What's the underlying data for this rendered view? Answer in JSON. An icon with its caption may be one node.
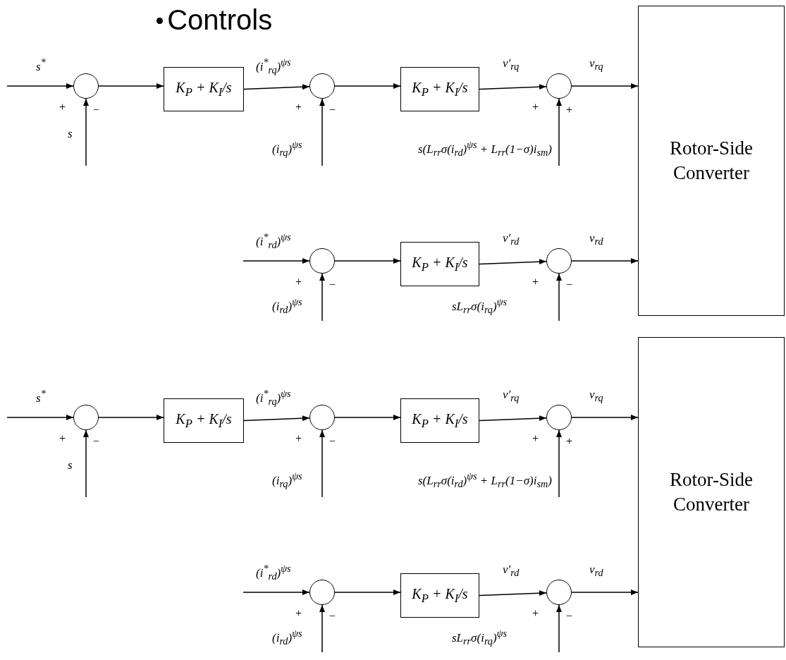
{
  "diagram": {
    "title": "Controls",
    "nodes": [
      {
        "text": [],
        "shape": "circle",
        "beside": [
          "+",
          "−"
        ]
      },
      {
        "text": [
          "K$_{P}$ + K$_{I}$/s"
        ]
      },
      {
        "text": [],
        "shape": "circle",
        "beside": [
          "+",
          "−"
        ]
      },
      {
        "text": [
          "K$_{P}$ + K$_{I}$/s"
        ]
      },
      {
        "text": [],
        "shape": "circle",
        "beside": [
          "+",
          "+"
        ]
      },
      {
        "text": [
          "Rotor-Side Converter"
        ]
      },
      {
        "text": [],
        "shape": "circle",
        "beside": [
          "+",
          "−"
        ]
      },
      {
        "text": [
          "K$_{P}$ + K$_{I}$/s"
        ]
      },
      {
        "text": [],
        "shape": "circle",
        "beside": [
          "+",
          "−"
        ]
      },
      {
        "text": [],
        "shape": "circle",
        "beside": [
          "+",
          "−"
        ]
      },
      {
        "text": [
          "K$_{P}$ + K$_{I}$/s"
        ]
      },
      {
        "text": [],
        "shape": "circle",
        "beside": [
          "+",
          "−"
        ]
      },
      {
        "text": [
          "K$_{P}$ + K$_{I}$/s"
        ]
      },
      {
        "text": [],
        "shape": "circle",
        "beside": [
          "+",
          "+"
        ]
      },
      {
        "text": [
          "Rotor-Side Converter"
        ]
      },
      {
        "text": [],
        "shape": "circle",
        "beside": [
          "+",
          "−"
        ]
      },
      {
        "text": [
          "K$_{P}$ + K$_{I}$/s"
        ]
      },
      {
        "text": [],
        "shape": "circle",
        "beside": [
          "+",
          "−"
        ]
      }
    ],
    "edges": [
      {
        "from": null,
        "to": 0,
        "arrow": "to",
        "label": "s$^{*}$"
      },
      {
        "from": null,
        "to": 0,
        "arrow": "to",
        "label": "s"
      },
      {
        "from": 0,
        "to": 1,
        "arrow": "to"
      },
      {
        "from": 1,
        "to": 2,
        "arrow": "to",
        "label": "(i$^{*}$$_{rq}$)$^{ψs}$"
      },
      {
        "from": null,
        "to": 2,
        "arrow": "to",
        "label": "(i$_{rq}$)$^{ψs}$"
      },
      {
        "from": 2,
        "to": 3,
        "arrow": "to"
      },
      {
        "from": 3,
        "to": 4,
        "arrow": "to",
        "label": "v′$_{rq}$"
      },
      {
        "from": null,
        "to": 4,
        "arrow": "to",
        "label": "s(L$_{rr}$σ(i$_{rd}$)$^{ψs}$ + L$_{rr}$(1−σ)i$_{sm}$)"
      },
      {
        "from": 4,
        "to": 5,
        "arrow": "to",
        "label": "v$_{rq}$"
      },
      {
        "from": null,
        "to": 6,
        "arrow": "to",
        "label": "(i$^{*}$$_{rd}$)$^{ψs}$"
      },
      {
        "from": null,
        "to": 6,
        "arrow": "to",
        "label": "(i$_{rd}$)$^{ψs}$"
      },
      {
        "from": 6,
        "to": 7,
        "arrow": "to"
      },
      {
        "from": 7,
        "to": 8,
        "arrow": "to",
        "label": "v′$_{rd}$"
      },
      {
        "from": null,
        "to": 8,
        "arrow": "to",
        "label": "sL$_{rr}$σ(i$_{rq}$)$^{ψs}$"
      },
      {
        "from": 8,
        "to": 5,
        "arrow": "to",
        "label": "v$_{rd}$"
      },
      {
        "from": null,
        "to": 9,
        "arrow": "to",
        "label": "s$^{*}$"
      },
      {
        "from": null,
        "to": 9,
        "arrow": "to",
        "label": "s"
      },
      {
        "from": 9,
        "to": 10,
        "arrow": "to"
      },
      {
        "from": 10,
        "to": 11,
        "arrow": "to",
        "label": "(i$^{*}$$_{rq}$)$^{ψs}$"
      },
      {
        "from": null,
        "to": 11,
        "arrow": "to",
        "label": "(i$_{rq}$)$^{ψs}$"
      },
      {
        "from": 11,
        "to": 12,
        "arrow": "to"
      },
      {
        "from": 12,
        "to": 13,
        "arrow": "to",
        "label": "v′$_{rq}$"
      },
      {
        "from": null,
        "to": 13,
        "arrow": "to",
        "label": "s(L$_{rr}$σ(i$_{rd}$)$^{ψs}$ + L$_{rr}$(1−σ)i$_{sm}$)"
      },
      {
        "from": 13,
        "to": 14,
        "arrow": "to",
        "label": "v$_{rq}$"
      },
      {
        "from": null,
        "to": 15,
        "arrow": "to",
        "label": "(i$^{*}$$_{rd}$)$^{ψs}$"
      },
      {
        "from": null,
        "to": 15,
        "arrow": "to",
        "label": "(i$_{rd}$)$^{ψs}$"
      },
      {
        "from": 15,
        "to": 16,
        "arrow": "to"
      },
      {
        "from": 16,
        "to": 17,
        "arrow": "to",
        "label": "v′$_{rd}$"
      },
      {
        "from": null,
        "to": 17,
        "arrow": "to",
        "label": "sL$_{rr}$σ(i$_{rq}$)$^{ψs}$"
      },
      {
        "from": 17,
        "to": 14,
        "arrow": "to",
        "label": "v$_{rd}$"
      }
    ]
  }
}
